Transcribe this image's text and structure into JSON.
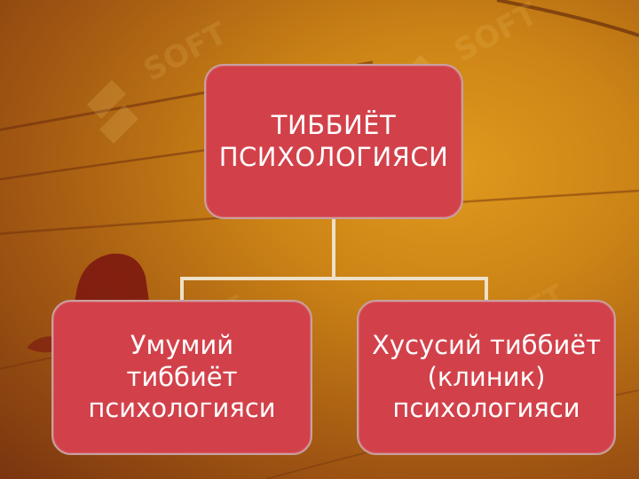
{
  "diagram": {
    "root": {
      "label": "ТИББИЁТ\nПСИХОЛОГИЯСИ"
    },
    "children": [
      {
        "label": "Умумий\nтиббиёт\nпсихологияси"
      },
      {
        "label": "Хусусий тиббиёт\n(клиник)\nпсихологияси"
      }
    ]
  },
  "colors": {
    "node_fill": "#d2414a",
    "connector": "#efe0c6",
    "background": "#cc8416"
  },
  "watermark": {
    "text": "SOFT"
  }
}
